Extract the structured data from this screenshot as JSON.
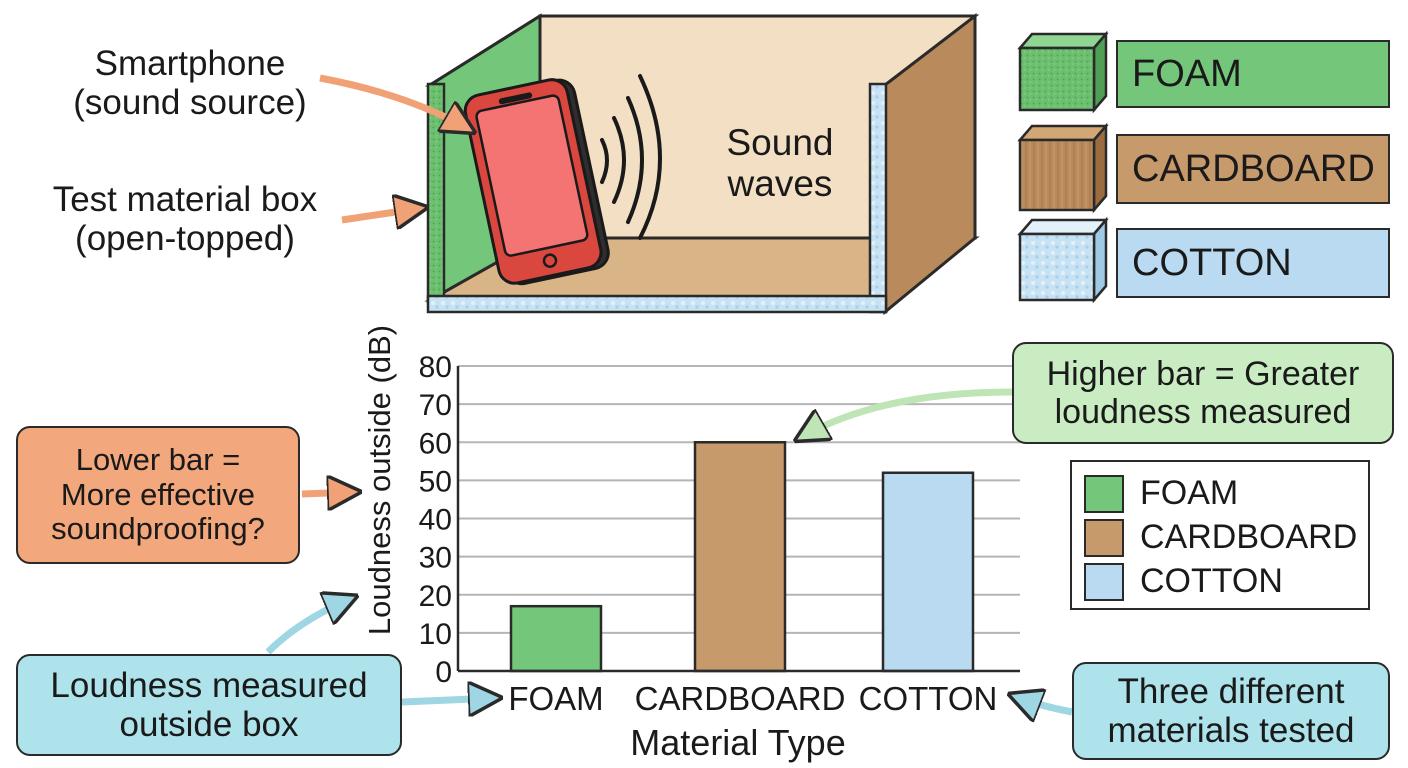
{
  "illustration": {
    "smartphone_label": [
      "Smartphone",
      "(sound source)"
    ],
    "box_label": [
      "Test material box",
      "(open-topped)"
    ],
    "waves_label": [
      "Sound",
      "waves"
    ]
  },
  "materials_key": [
    {
      "label": "FOAM",
      "color": "#74c77a",
      "cube_color": "#6cbf6f"
    },
    {
      "label": "CARDBOARD",
      "color": "#c79a6c",
      "cube_color": "#b98a5b"
    },
    {
      "label": "COTTON",
      "color": "#b9daf0",
      "cube_color": "#c7e2f3"
    }
  ],
  "callouts": {
    "lower_bar": [
      "Lower bar =",
      "More effective",
      "soundproofing?"
    ],
    "higher_bar": [
      "Higher bar = Greater",
      "loudness measured"
    ],
    "measured_outside": [
      "Loudness measured",
      "outside box"
    ],
    "three_materials": [
      "Three different",
      "materials tested"
    ]
  },
  "colors": {
    "orange_callout": "#f3a77c",
    "green_callout": "#c9ecc3",
    "blue_callout": "#aee3ec",
    "arrow_orange": "#f0a276",
    "arrow_blue": "#9ed6e3",
    "arrow_green": "#bfe5b7"
  },
  "chart_data": {
    "type": "bar",
    "categories": [
      "FOAM",
      "CARDBOARD",
      "COTTON"
    ],
    "values": [
      17,
      60,
      52
    ],
    "colors": [
      "#74c77a",
      "#c79a6c",
      "#b9daf0"
    ],
    "xlabel": "Material Type",
    "ylabel": "Loudness outside (dB)",
    "ylim": [
      0,
      80
    ],
    "yticks": [
      0,
      10,
      20,
      30,
      40,
      50,
      60,
      70,
      80
    ],
    "grid": true,
    "legend": {
      "position": "right",
      "entries": [
        "FOAM",
        "CARDBOARD",
        "COTTON"
      ]
    }
  }
}
